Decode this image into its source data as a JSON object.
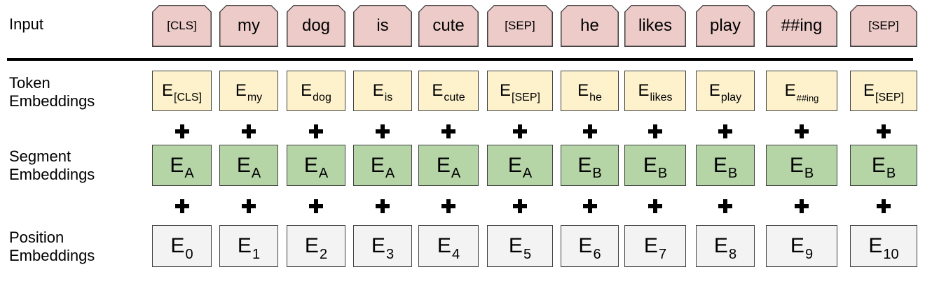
{
  "labels": {
    "input": "Input",
    "token": "Token\nEmbeddings",
    "segment": "Segment\nEmbeddings",
    "position": "Position\nEmbeddings"
  },
  "columns": [
    {
      "token": "[CLS]",
      "tok_emb": {
        "main": "E",
        "sub": "[CLS]"
      },
      "seg_emb": {
        "main": "E",
        "sub": "A"
      },
      "pos_emb": {
        "main": "E",
        "sub": "0"
      }
    },
    {
      "token": "my",
      "tok_emb": {
        "main": "E",
        "sub": "my"
      },
      "seg_emb": {
        "main": "E",
        "sub": "A"
      },
      "pos_emb": {
        "main": "E",
        "sub": "1"
      }
    },
    {
      "token": "dog",
      "tok_emb": {
        "main": "E",
        "sub": "dog"
      },
      "seg_emb": {
        "main": "E",
        "sub": "A"
      },
      "pos_emb": {
        "main": "E",
        "sub": "2"
      }
    },
    {
      "token": "is",
      "tok_emb": {
        "main": "E",
        "sub": "is"
      },
      "seg_emb": {
        "main": "E",
        "sub": "A"
      },
      "pos_emb": {
        "main": "E",
        "sub": "3"
      }
    },
    {
      "token": "cute",
      "tok_emb": {
        "main": "E",
        "sub": "cute"
      },
      "seg_emb": {
        "main": "E",
        "sub": "A"
      },
      "pos_emb": {
        "main": "E",
        "sub": "4"
      }
    },
    {
      "token": "[SEP]",
      "tok_emb": {
        "main": "E",
        "sub": "[SEP]"
      },
      "seg_emb": {
        "main": "E",
        "sub": "A"
      },
      "pos_emb": {
        "main": "E",
        "sub": "5"
      }
    },
    {
      "token": "he",
      "tok_emb": {
        "main": "E",
        "sub": "he"
      },
      "seg_emb": {
        "main": "E",
        "sub": "B"
      },
      "pos_emb": {
        "main": "E",
        "sub": "6"
      }
    },
    {
      "token": "likes",
      "tok_emb": {
        "main": "E",
        "sub": "likes"
      },
      "seg_emb": {
        "main": "E",
        "sub": "B"
      },
      "pos_emb": {
        "main": "E",
        "sub": "7"
      }
    },
    {
      "token": "play",
      "tok_emb": {
        "main": "E",
        "sub": "play"
      },
      "seg_emb": {
        "main": "E",
        "sub": "B"
      },
      "pos_emb": {
        "main": "E",
        "sub": "8"
      }
    },
    {
      "token": "##ing",
      "tok_emb": {
        "main": "E",
        "sub": "##ing"
      },
      "seg_emb": {
        "main": "E",
        "sub": "B"
      },
      "pos_emb": {
        "main": "E",
        "sub": "9"
      }
    },
    {
      "token": "[SEP]",
      "tok_emb": {
        "main": "E",
        "sub": "[SEP]"
      },
      "seg_emb": {
        "main": "E",
        "sub": "B"
      },
      "pos_emb": {
        "main": "E",
        "sub": "10"
      }
    }
  ],
  "colors": {
    "token_input": "#eccbc9",
    "token_embedding": "#fdf2cc",
    "segment_embedding": "#b5d5a7",
    "position_embedding": "#f3f3f3"
  }
}
